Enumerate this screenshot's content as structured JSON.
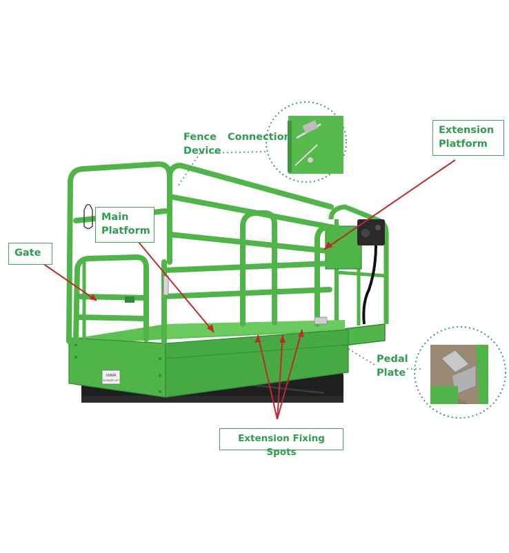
{
  "colors": {
    "machine_green": "#4fb548",
    "machine_green_dark": "#2f8a35",
    "label_green": "#2e9e4e",
    "pointer_red": "#c0282a",
    "dotted_green": "#3a9a55",
    "base_black": "#222222"
  },
  "labels": {
    "fence_device": "Fence\nDevice",
    "connection": "Connection",
    "extension_platform": "Extension\nPlatform",
    "main_platform": "Main\nPlatform",
    "gate": "Gate",
    "pedal_plate": "Pedal\nPlate",
    "extension_fixing_spots": "Extension Fixing Spots"
  },
  "machine": {
    "plate_line1": "XMMA",
    "plate_line2": "SCISSOR LIFT"
  }
}
